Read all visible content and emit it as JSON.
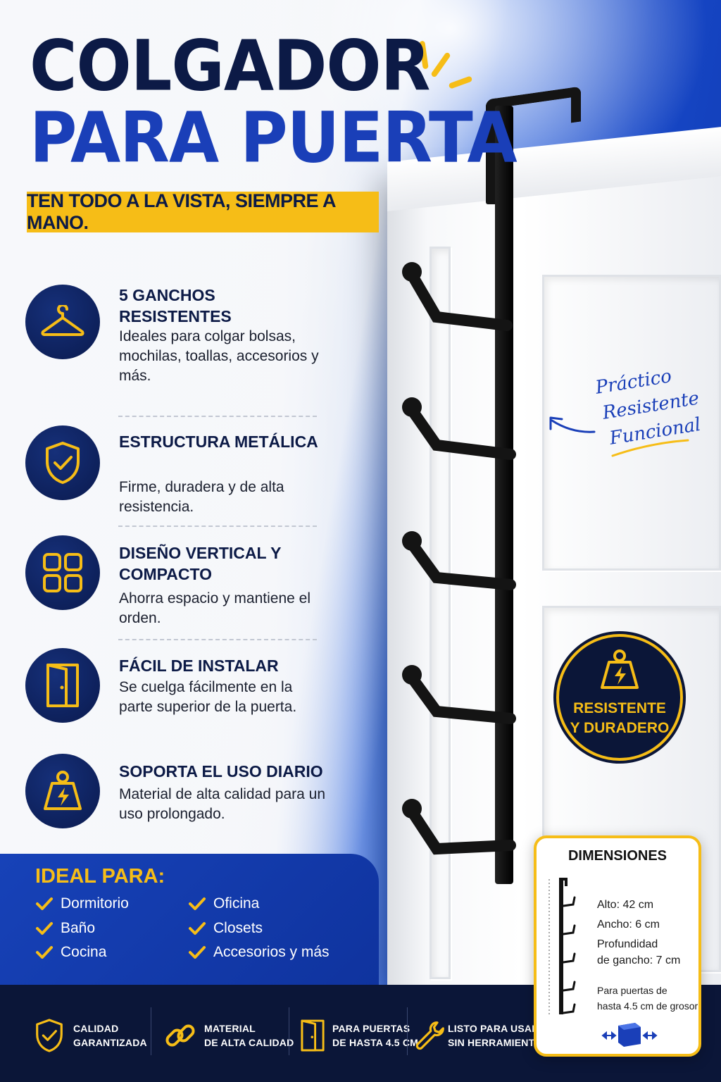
{
  "header": {
    "title_line1": "COLGADOR",
    "title_line2": "PARA PUERTA",
    "tagline": "TEN TODO A LA VISTA, SIEMPRE A MANO."
  },
  "features": [
    {
      "icon": "hanger-icon",
      "title": "5 GANCHOS RESISTENTES",
      "description": "Ideales para colgar bolsas, mochilas, toallas, accesorios y más."
    },
    {
      "icon": "shield-check-icon",
      "title": "ESTRUCTURA METÁLICA",
      "description": "Firme, duradera y de alta resistencia."
    },
    {
      "icon": "grid-icon",
      "title": "DISEÑO VERTICAL Y COMPACTO",
      "description": "Ahorra espacio y mantiene el orden."
    },
    {
      "icon": "door-icon",
      "title": "FÁCIL DE INSTALAR",
      "description": "Se cuelga fácilmente en la parte superior de la puerta."
    },
    {
      "icon": "weight-icon",
      "title": "SOPORTA EL USO DIARIO",
      "description": "Material de alta calidad para un uso prolongado."
    }
  ],
  "callout": {
    "line1": "Práctico",
    "line2": "Resistente",
    "line3": "Funcional"
  },
  "badge": {
    "icon": "weight-icon",
    "line1": "RESISTENTE",
    "line2": "Y DURADERO"
  },
  "ideal": {
    "title": "IDEAL PARA:",
    "items": [
      "Dormitorio",
      "Baño",
      "Cocina",
      "Oficina",
      "Closets",
      "Accesorios y más"
    ]
  },
  "dimensions": {
    "title": "DIMENSIONES",
    "alto": "Alto: 42 cm",
    "ancho": "Ancho: 6 cm",
    "profundidad_1": "Profundidad",
    "profundidad_2": "de gancho: 7 cm",
    "puertas_1": "Para puertas de",
    "puertas_2": "hasta 4.5 cm de grosor"
  },
  "bottom_bar": [
    {
      "icon": "shield-check-icon",
      "line1": "CALIDAD",
      "line2": "GARANTIZADA"
    },
    {
      "icon": "chain-link-icon",
      "line1": "MATERIAL",
      "line2": "DE ALTA CALIDAD"
    },
    {
      "icon": "door-icon",
      "line1": "PARA PUERTAS",
      "line2": "DE HASTA 4.5 CM"
    },
    {
      "icon": "wrench-icon",
      "line1": "LISTO PARA USAR",
      "line2": "SIN HERRAMIENTAS"
    }
  ],
  "colors": {
    "navy": "#0c1a46",
    "blue": "#1a3fb8",
    "yellow": "#f6bd17",
    "dark_bar": "#0b1638"
  }
}
